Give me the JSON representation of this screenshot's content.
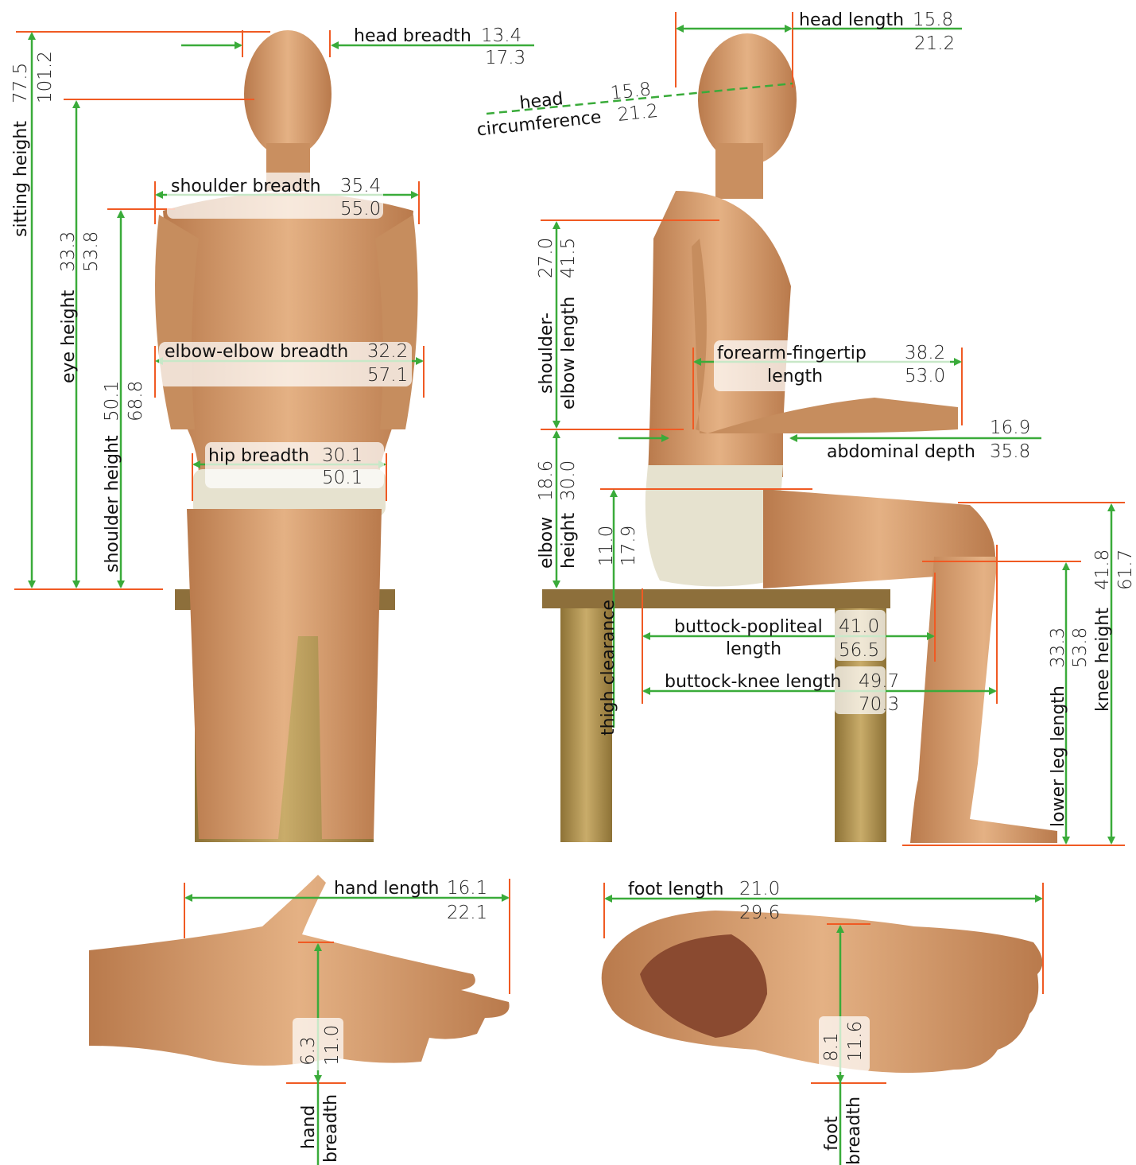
{
  "colors": {
    "reference": "#f05a23",
    "dimension": "#3aab3a",
    "skin": "#d9a06e",
    "stool": "#a98a4c"
  },
  "measurements": {
    "head_breadth": {
      "label": "head breadth",
      "v1": "13.4",
      "v2": "17.3"
    },
    "head_length": {
      "label": "head length",
      "v1": "15.8",
      "v2": "21.2"
    },
    "head_circumference": {
      "label1": "head",
      "label2": "circumference",
      "v1": "15.8",
      "v2": "21.2"
    },
    "sitting_height": {
      "label": "sitting height",
      "v1": "77.5",
      "v2": "101.2"
    },
    "eye_height": {
      "label": "eye height",
      "v1": "33.3",
      "v2": "53.8"
    },
    "shoulder_height": {
      "label": "shoulder height",
      "v1": "50.1",
      "v2": "68.8"
    },
    "shoulder_breadth": {
      "label": "shoulder breadth",
      "v1": "35.4",
      "v2": "55.0"
    },
    "elbow_elbow_breadth": {
      "label": "elbow-elbow breadth",
      "v1": "32.2",
      "v2": "57.1"
    },
    "hip_breadth": {
      "label": "hip breadth",
      "v1": "30.1",
      "v2": "50.1"
    },
    "shoulder_elbow_length": {
      "label1": "shoulder-",
      "label2": "elbow length",
      "v1": "27.0",
      "v2": "41.5"
    },
    "forearm_fingertip_length": {
      "label1": "forearm-fingertip",
      "label2": "length",
      "v1": "38.2",
      "v2": "53.0"
    },
    "abdominal_depth": {
      "label": "abdominal depth",
      "v1": "16.9",
      "v2": "35.8"
    },
    "elbow_height": {
      "label1": "elbow",
      "label2": "height",
      "v1": "18.6",
      "v2": "30.0"
    },
    "thigh_clearance": {
      "label": "thigh clearance",
      "v1": "11.0",
      "v2": "17.9"
    },
    "buttock_popliteal_length": {
      "label1": "buttock-popliteal",
      "label2": "length",
      "v1": "41.0",
      "v2": "56.5"
    },
    "buttock_knee_length": {
      "label": "buttock-knee length",
      "v1": "49.7",
      "v2": "70.3"
    },
    "lower_leg_length": {
      "label": "lower leg length",
      "v1": "33.3",
      "v2": "53.8"
    },
    "knee_height": {
      "label": "knee height",
      "v1": "41.8",
      "v2": "61.7"
    },
    "hand_length": {
      "label": "hand length",
      "v1": "16.1",
      "v2": "22.1"
    },
    "hand_breadth": {
      "label1": "hand",
      "label2": "breadth",
      "v1": "6.3",
      "v2": "11.0"
    },
    "foot_length": {
      "label": "foot length",
      "v1": "21.0",
      "v2": "29.6"
    },
    "foot_breadth": {
      "label1": "foot",
      "label2": "breadth",
      "v1": "8.1",
      "v2": "11.6"
    }
  }
}
